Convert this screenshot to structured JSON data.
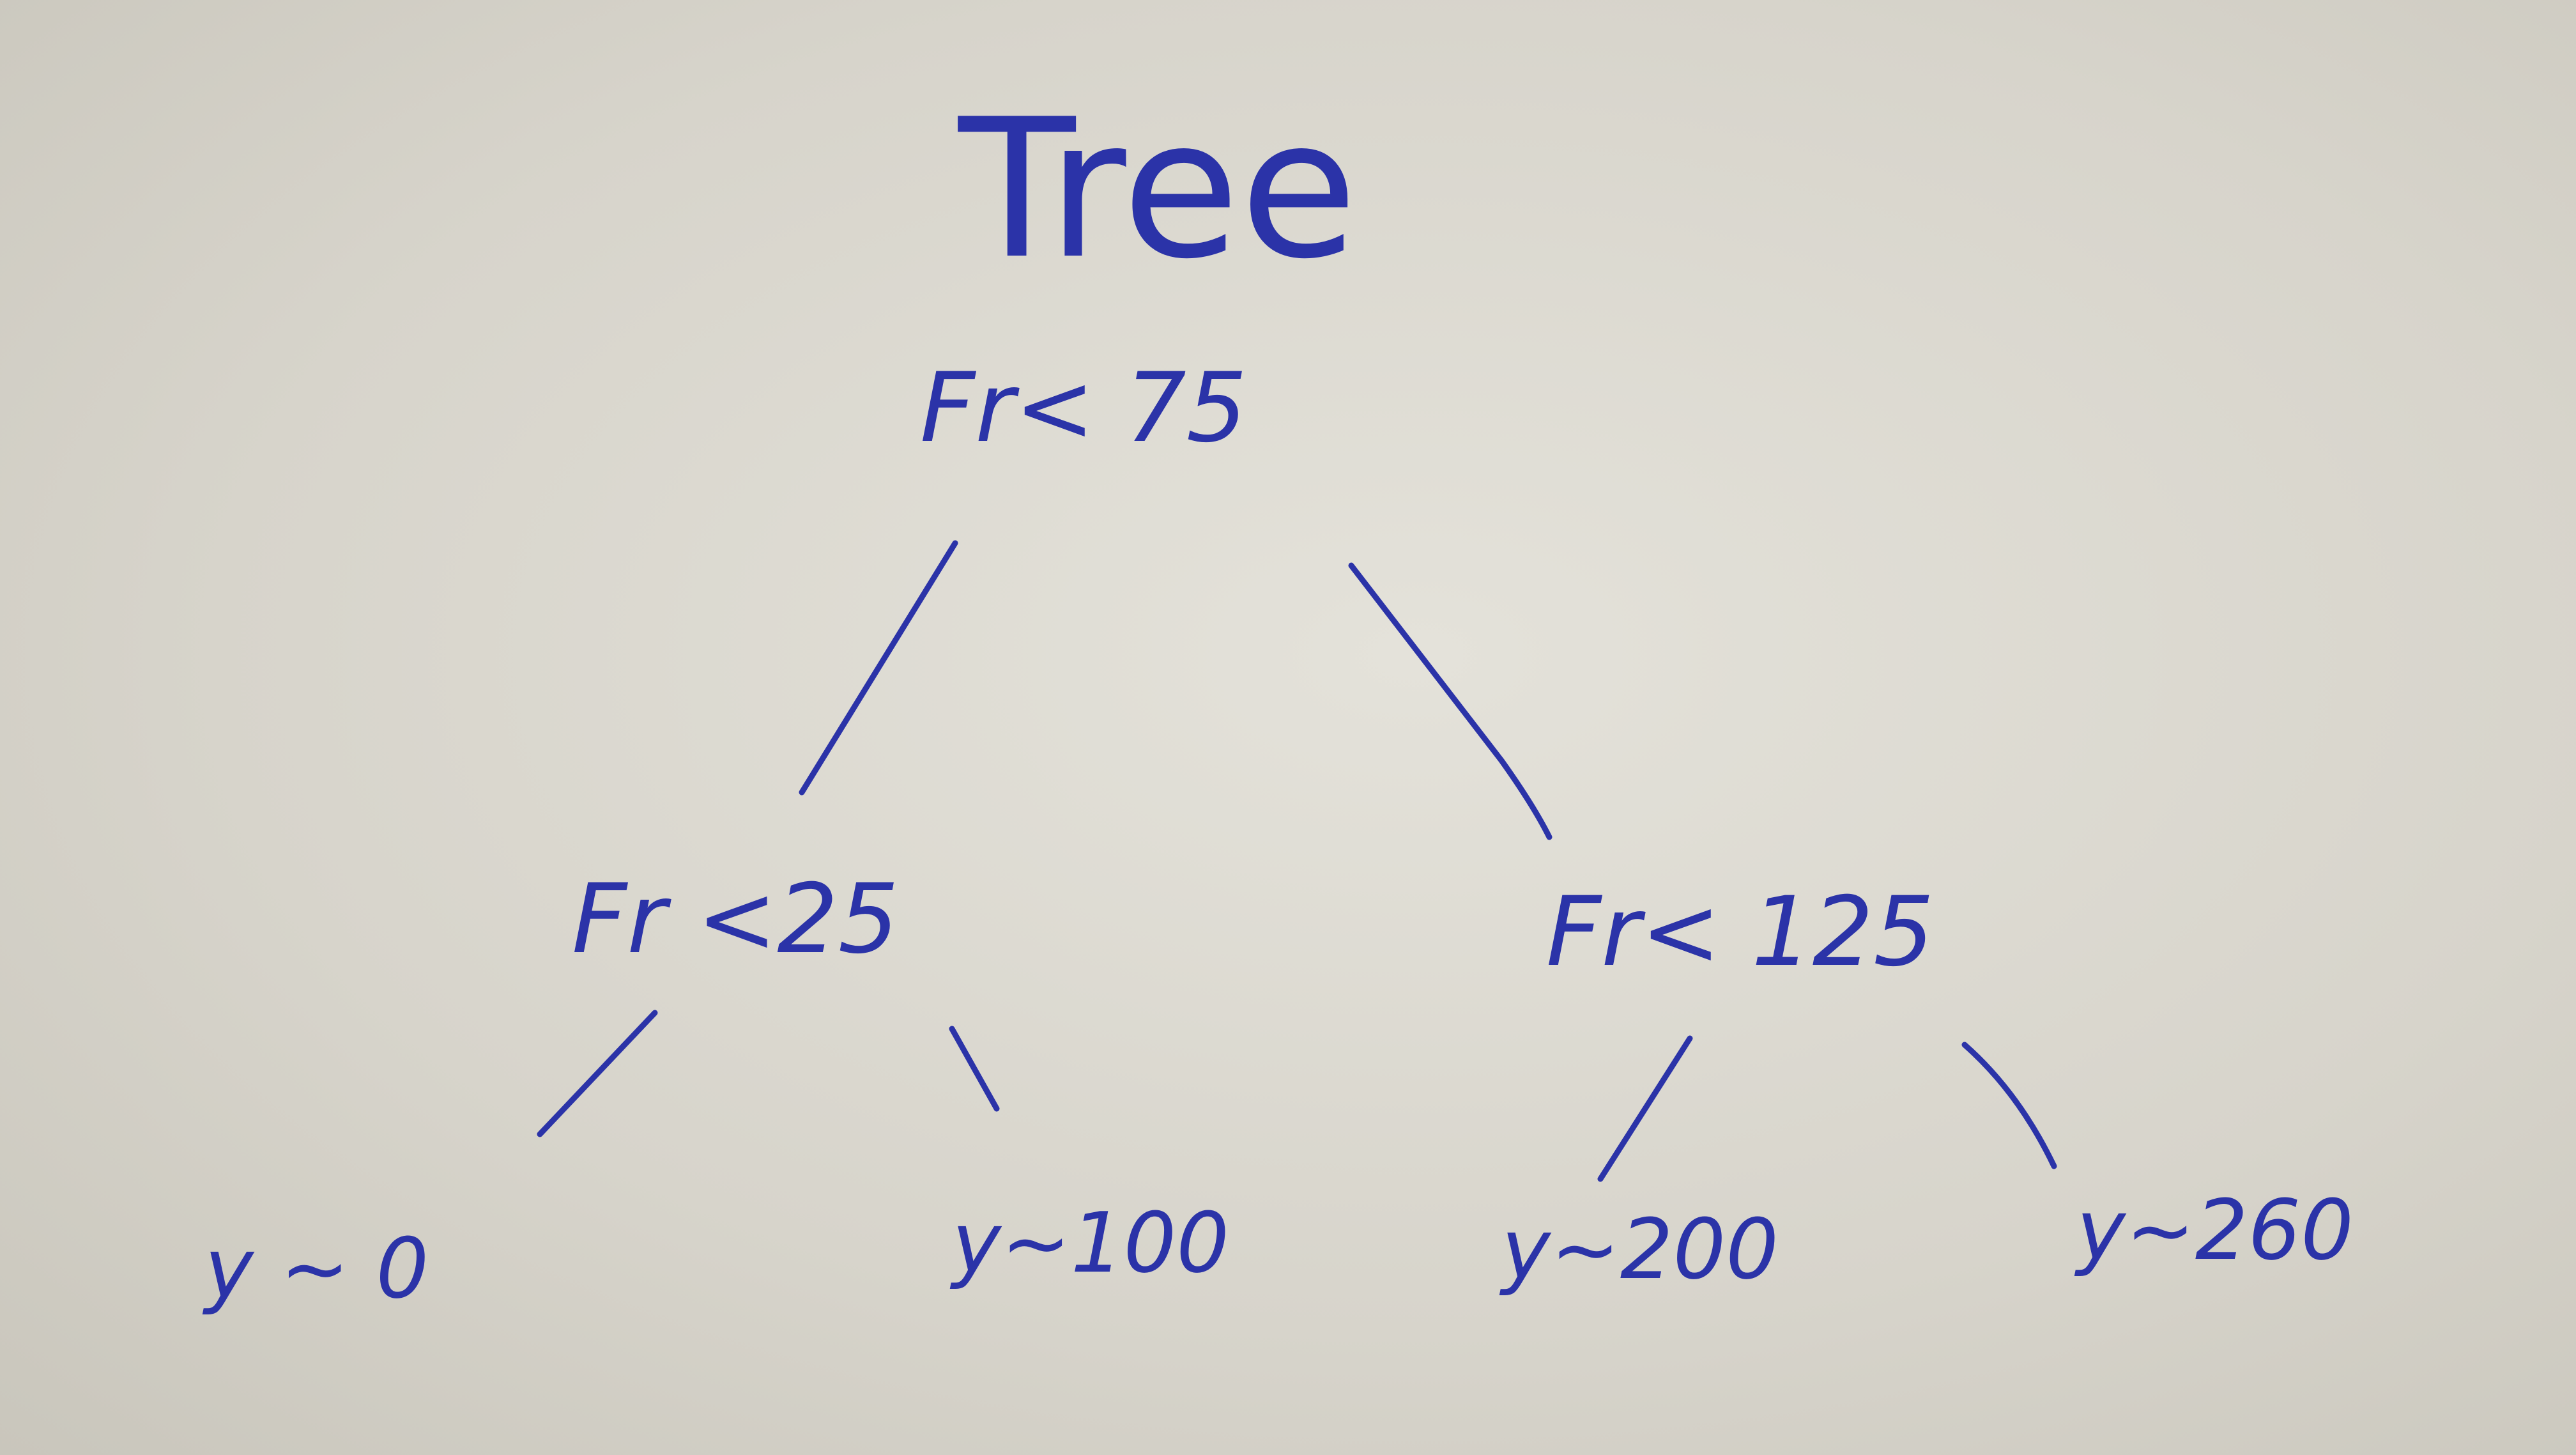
{
  "title": "Tree",
  "nodes": {
    "root": "Fr< 75",
    "left": "Fr <25",
    "right": "Fr< 125"
  },
  "leaves": {
    "left_left": "y ~ 0",
    "left_right": "y~100",
    "right_left": "y~200",
    "right_right": "y~260"
  },
  "colors": {
    "ink": "#2b33a8",
    "paper": "#dcd9d0"
  }
}
